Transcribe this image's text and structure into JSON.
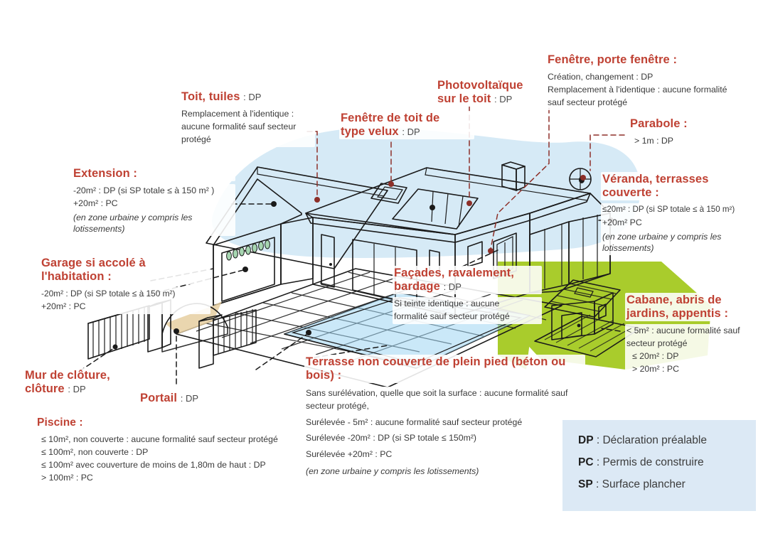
{
  "meta": {
    "language": "fr",
    "heading_color": "#bf4133",
    "roof_color": "#b02024",
    "wall_color": "#ebd3a0",
    "lawn_color": "#a9cc2c",
    "sky_color": "#d6eaf6",
    "glass_color": "#a9d6ee",
    "wood_color": "#c8913f",
    "legend_bg": "#dce9f5"
  },
  "callouts": {
    "toit": {
      "title": "Toit, tuiles",
      "title_suffix": ": DP",
      "lines": [
        "Remplacement à l'identique :",
        "aucune formalité sauf secteur",
        "protégé"
      ]
    },
    "velux": {
      "title": "Fenêtre de toit de",
      "title2": "type velux",
      "title_suffix": ": DP",
      "lines": []
    },
    "photovoltaique": {
      "title": "Photovoltaïque",
      "title2": "sur le toit",
      "title_suffix": ": DP",
      "lines": []
    },
    "fenetre": {
      "title": "Fenêtre, porte fenêtre :",
      "lines": [
        "Création, changement : DP",
        "Remplacement à l'identique : aucune formalité",
        "sauf secteur protégé"
      ]
    },
    "parabole": {
      "title": "Parabole :",
      "lines": [
        "> 1m : DP"
      ]
    },
    "extension": {
      "title": "Extension :",
      "lines": [
        "-20m² : DP (si SP totale ≤ à 150 m² )",
        "+20m² : PC"
      ],
      "italic": "(en zone urbaine y compris les lotissements)"
    },
    "veranda": {
      "title": "Véranda, terrasses",
      "title2": "couverte :",
      "lines": [
        "≤20m² : DP (si SP totale ≤ à 150 m²)",
        "+20m²   PC"
      ],
      "italic": "(en zone urbaine y compris les lotissements)"
    },
    "garage": {
      "title": "Garage si accolé à",
      "title2": "l'habitation :",
      "lines": [
        "-20m² : DP (si SP totale ≤ à 150 m²)",
        "+20m² : PC"
      ]
    },
    "facades": {
      "title": "Façades, ravalement,",
      "title2": "bardage",
      "title_suffix": ": DP",
      "lines": [
        "Si teinte identique : aucune",
        "formalité sauf secteur protégé"
      ]
    },
    "cabane": {
      "title": "Cabane, abris de",
      "title2": "jardins, appentis :",
      "lines": [
        "< 5m² : aucune formalité sauf",
        "secteur protégé",
        "≤ 20m² : DP",
        "> 20m² : PC"
      ]
    },
    "mur": {
      "title": "Mur de clôture,",
      "title2": "clôture",
      "title_suffix": ": DP",
      "lines": []
    },
    "portail": {
      "title": "Portail",
      "title_suffix": ": DP",
      "lines": []
    },
    "piscine": {
      "title": "Piscine :",
      "lines": [
        "≤ 10m², non couverte : aucune formalité sauf secteur protégé",
        "≤ 100m², non couverte : DP",
        "≤ 100m² avec couverture de moins de 1,80m de haut : DP",
        "> 100m² : PC"
      ]
    },
    "terrasse": {
      "title": "Terrasse non couverte de plein pied (béton ou",
      "title2": "bois) :",
      "lines": [
        "Sans surélévation, quelle que soit la surface : aucune formalité sauf",
        "secteur protégé,",
        "Surélevée - 5m² : aucune formalité sauf secteur protégé",
        "Surélevée -20m² : DP (si SP totale ≤  150m²)",
        "Surélevée +20m² : PC"
      ],
      "italic": "(en zone urbaine y compris les lotissements)"
    }
  },
  "legend": {
    "rows": [
      {
        "abbr": "DP",
        "sep": " : ",
        "text": "Déclaration préalable"
      },
      {
        "abbr": "PC",
        "sep": " : ",
        "text": "Permis de construire"
      },
      {
        "abbr": "SP",
        "sep": " : ",
        "text": "Surface plancher"
      }
    ]
  }
}
